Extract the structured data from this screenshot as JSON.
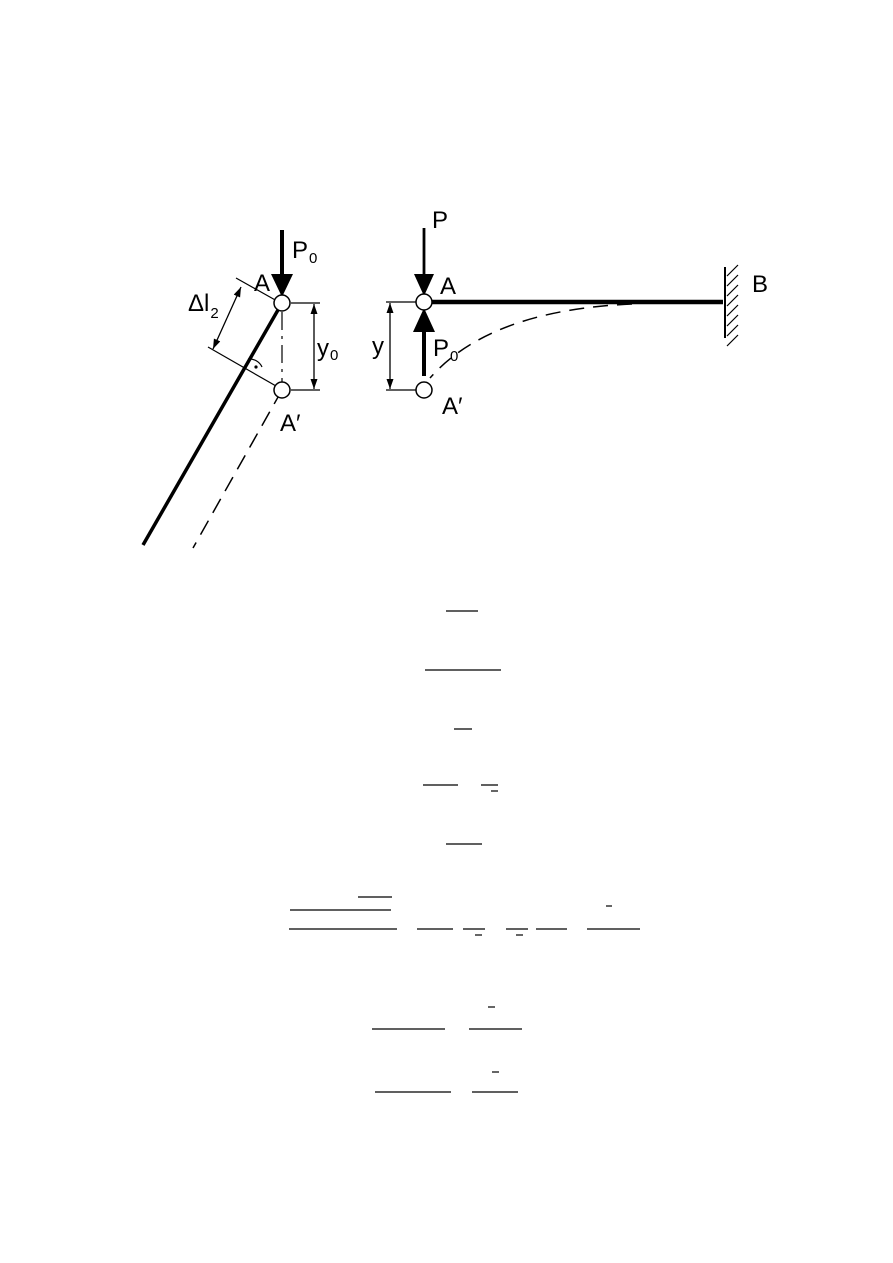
{
  "labels": {
    "p0_left": "P",
    "p0_left_sub": "0",
    "a_left": "A",
    "delta_l": "Δl",
    "delta_l_sub": "2",
    "y0": "y",
    "y0_sub": "0",
    "a_prime_left": "A′",
    "p_right": "P",
    "a_right": "A",
    "b_right": "B",
    "y_right": "y",
    "p0_right": "P",
    "p0_right_sub": "0",
    "a_prime_right": "A′"
  },
  "colors": {
    "ink": "#000000",
    "background": "#ffffff"
  },
  "icons": {
    "pin": "hinge-circle-icon",
    "support": "fixed-wall-hatch-icon",
    "right_angle": "right-angle-mark-icon"
  }
}
